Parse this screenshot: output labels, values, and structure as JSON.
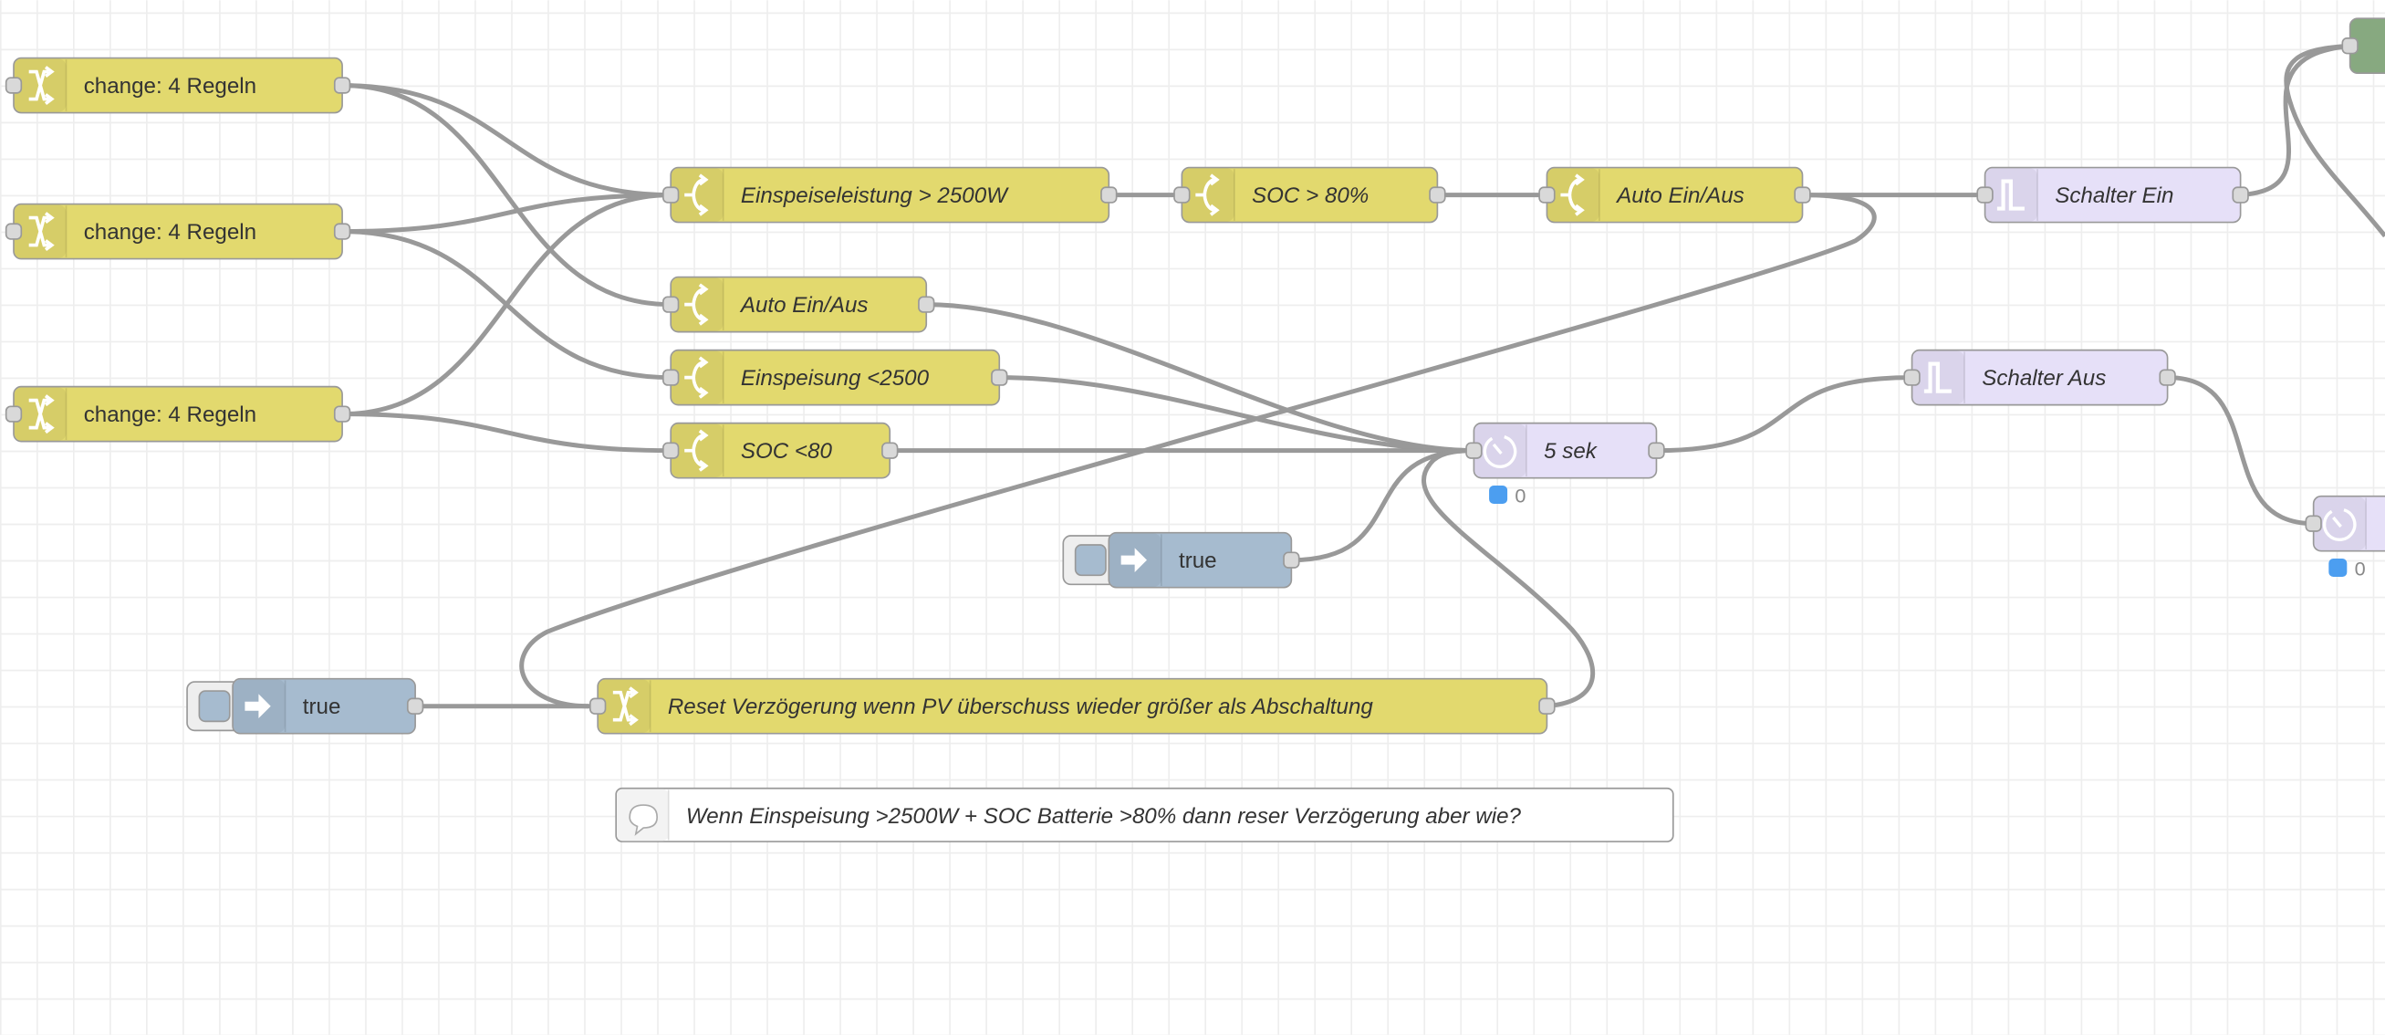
{
  "colors": {
    "change": "#e2d96e",
    "switch": "#e2d96e",
    "trigger": "#e6e0f8",
    "delay": "#e6e0f8",
    "inject": "#a6bbcf",
    "output": "#87a980",
    "status_blue": "#4c9ef0",
    "wire": "#999999",
    "grid": "#eeeeee"
  },
  "nodes": [
    {
      "id": "change1",
      "type": "change",
      "label": "change: 4 Regeln",
      "icon": "shuffle-icon"
    },
    {
      "id": "change2",
      "type": "change",
      "label": "change: 4 Regeln",
      "icon": "shuffle-icon"
    },
    {
      "id": "change3",
      "type": "change",
      "label": "change: 4 Regeln",
      "icon": "shuffle-icon"
    },
    {
      "id": "sw_einspeise",
      "type": "switch",
      "label": "Einspeiseleistung > 2500W",
      "icon": "switch-icon"
    },
    {
      "id": "sw_soc80",
      "type": "switch",
      "label": "SOC > 80%",
      "icon": "switch-icon"
    },
    {
      "id": "sw_auto1",
      "type": "switch",
      "label": "Auto Ein/Aus",
      "icon": "switch-icon"
    },
    {
      "id": "trig_ein",
      "type": "trigger",
      "label": "Schalter Ein",
      "icon": "pulse-icon"
    },
    {
      "id": "out_green",
      "type": "output",
      "label": "",
      "icon": ""
    },
    {
      "id": "sw_auto2",
      "type": "switch",
      "label": "Auto Ein/Aus",
      "icon": "switch-icon"
    },
    {
      "id": "sw_einsp2500",
      "type": "switch",
      "label": "Einspeisung <2500",
      "icon": "switch-icon"
    },
    {
      "id": "sw_soclt80",
      "type": "switch",
      "label": "SOC <80",
      "icon": "switch-icon"
    },
    {
      "id": "trig_aus",
      "type": "trigger",
      "label": "Schalter Aus",
      "icon": "pulse-icon"
    },
    {
      "id": "delay5",
      "type": "delay",
      "label": "5 sek",
      "icon": "timer-icon",
      "status": "0"
    },
    {
      "id": "delay2",
      "type": "delay",
      "label": "",
      "icon": "timer-icon",
      "status": "0"
    },
    {
      "id": "inject1",
      "type": "inject",
      "label": "true",
      "icon": "arrow-in-icon"
    },
    {
      "id": "inject2",
      "type": "inject",
      "label": "true",
      "icon": "arrow-in-icon"
    },
    {
      "id": "reset",
      "type": "change",
      "label": "Reset Verzögerung wenn PV überschuss wieder größer als Abschaltung",
      "icon": "shuffle-icon"
    }
  ],
  "comment": "Wenn Einspeisung >2500W + SOC Batterie >80% dann reser Verzögerung aber wie?"
}
